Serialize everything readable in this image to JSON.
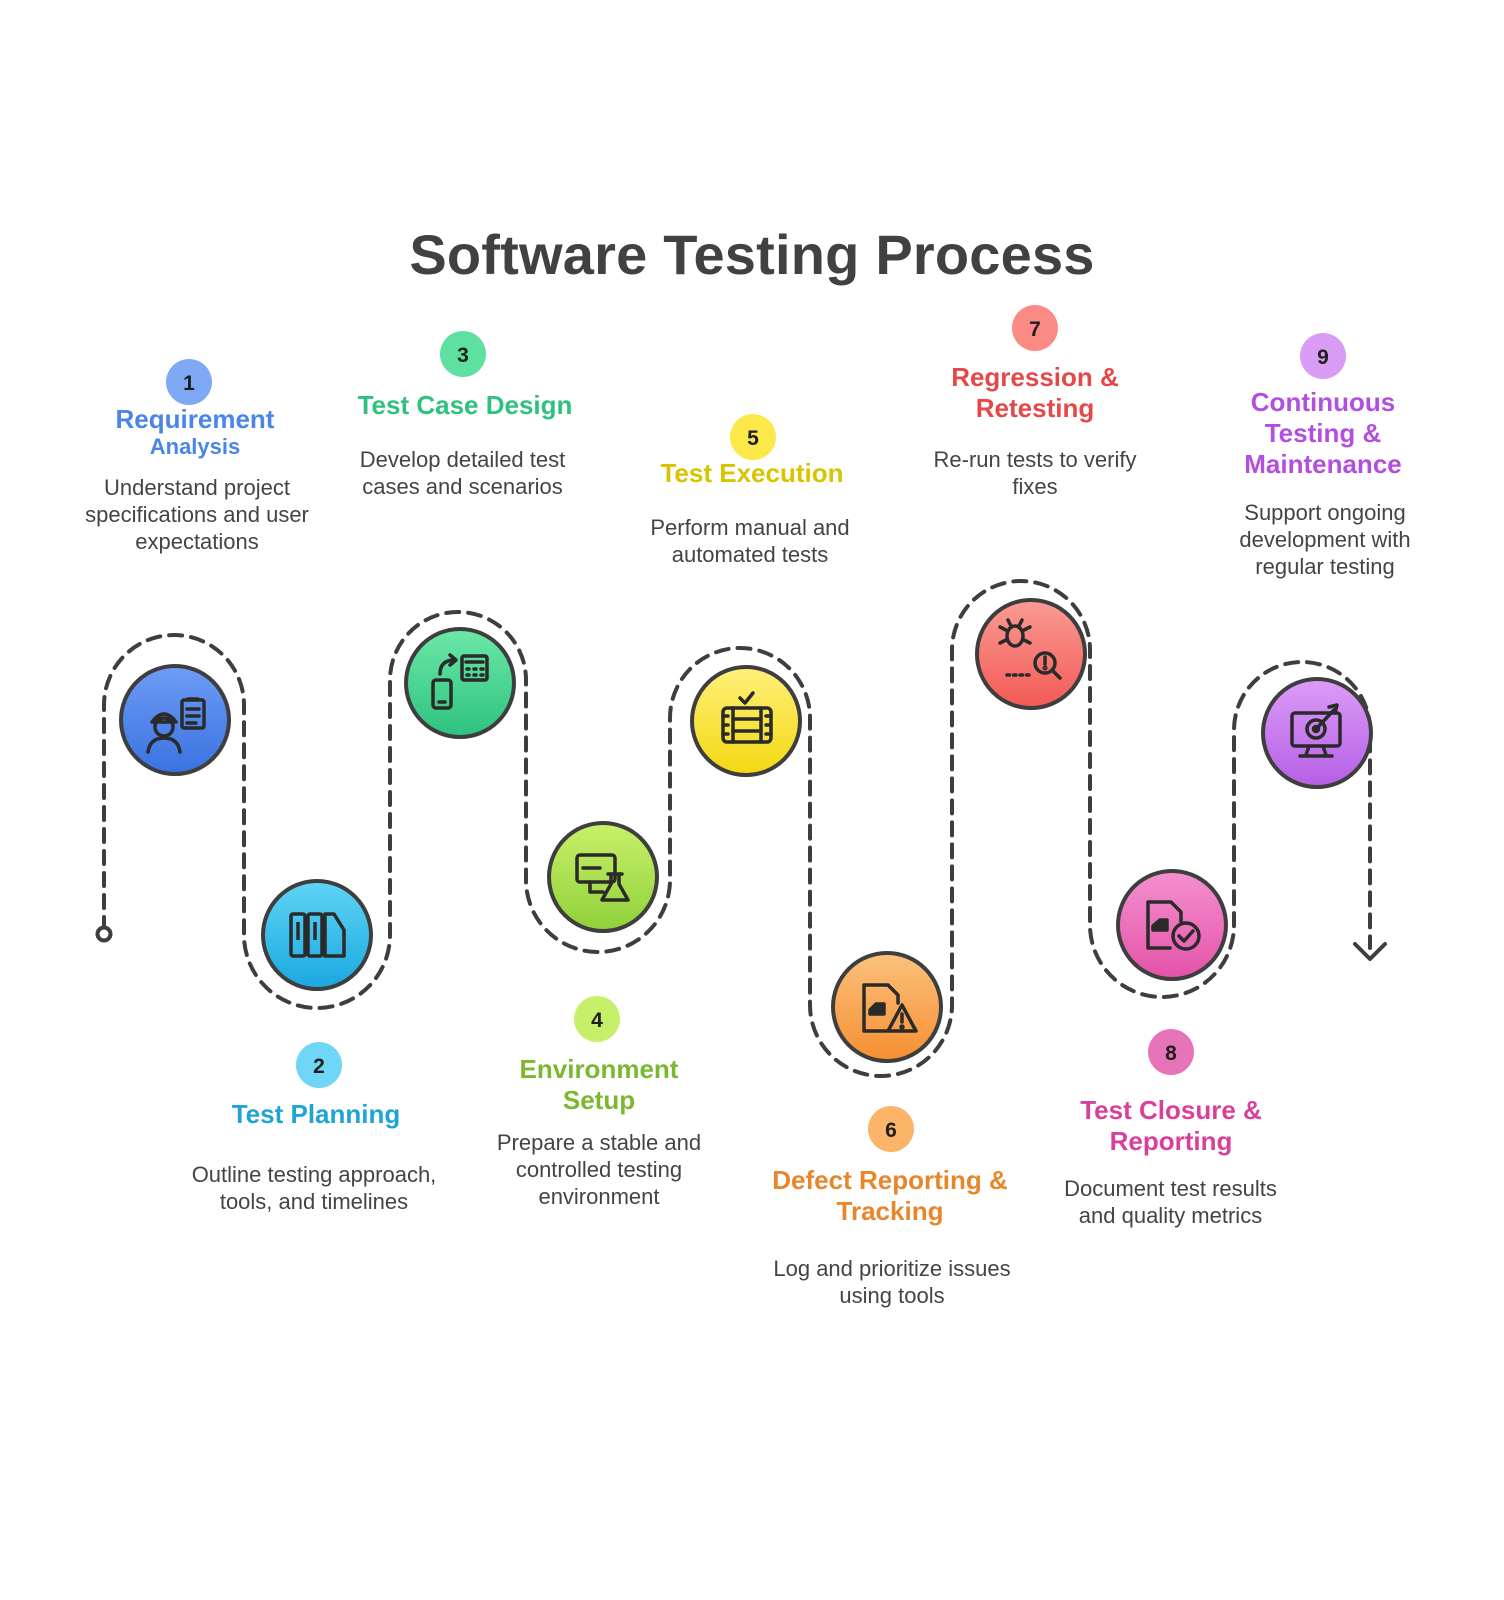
{
  "title": "Software Testing Process",
  "steps": [
    {
      "number": "1",
      "title": "Requirement",
      "title_sub": "Analysis",
      "description": "Understand project specifications and user expectations",
      "color": "#4a86e8",
      "light": "#7fa8f5",
      "icon": "engineer-clipboard-icon"
    },
    {
      "number": "2",
      "title": "Test Planning",
      "description": "Outline testing approach, tools, and timelines",
      "color": "#1ea5d6",
      "light": "#6fd6f7",
      "icon": "binders-icon"
    },
    {
      "number": "3",
      "title": "Test Case Design",
      "description": "Develop detailed test cases and scenarios",
      "color": "#2ec27e",
      "light": "#5ee0a0",
      "icon": "mobile-calculator-icon"
    },
    {
      "number": "4",
      "title": "Environment Setup",
      "description": "Prepare a stable and controlled testing environment",
      "color": "#7cb82f",
      "light": "#c6f06a",
      "icon": "computer-flask-icon"
    },
    {
      "number": "5",
      "title": "Test Execution",
      "description": "Perform manual and automated tests",
      "color": "#d9c400",
      "light": "#fbe94a",
      "icon": "film-checkmark-icon"
    },
    {
      "number": "6",
      "title": "Defect Reporting & Tracking",
      "description": "Log and prioritize issues using tools",
      "color": "#e8862c",
      "light": "#fbb468",
      "icon": "document-warning-icon"
    },
    {
      "number": "7",
      "title": "Regression & Retesting",
      "description": "Re-run tests to verify fixes",
      "color": "#e54848",
      "light": "#fb8a84",
      "icon": "bug-search-icon"
    },
    {
      "number": "8",
      "title": "Test Closure & Reporting",
      "description": "Document test results and quality metrics",
      "color": "#d9409a",
      "light": "#e773b8",
      "icon": "document-check-icon"
    },
    {
      "number": "9",
      "title": "Continuous Testing & Maintenance",
      "description": "Support ongoing development with regular testing",
      "color": "#b24ee0",
      "light": "#d99cf5",
      "icon": "monitor-target-icon"
    }
  ]
}
